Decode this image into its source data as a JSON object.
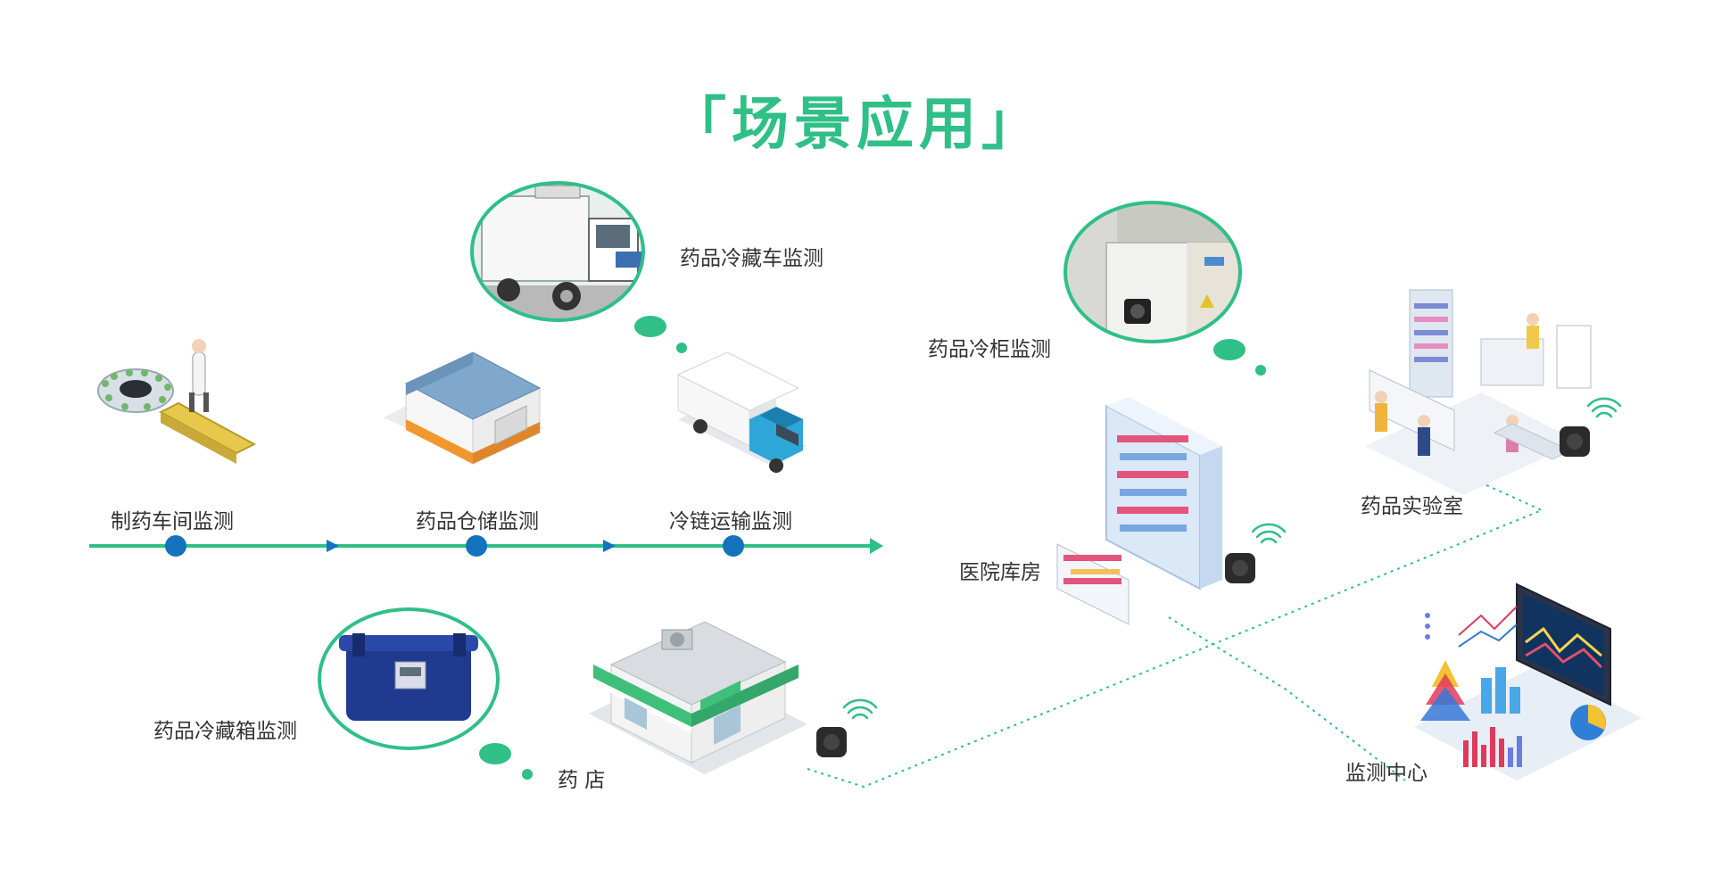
{
  "title": "「场景应用」",
  "colors": {
    "accent_green": "#2fbf87",
    "timeline_blue": "#1572bd",
    "sensor_dark": "#2b2b2b",
    "cloud_fill": "#2fbf87"
  },
  "labels": {
    "workshop": "制药车间监测",
    "warehouse": "药品仓储监测",
    "cold_chain": "冷链运输监测",
    "refrigerated_truck": "药品冷藏车监测",
    "cold_cabinet": "药品冷柜监测",
    "hospital_storage": "医院库房",
    "lab": "药品实验室",
    "cold_box": "药品冷藏箱监测",
    "pharmacy": "药 店",
    "monitoring_center": "监测中心"
  },
  "icons": {
    "workshop": "pharma-workshop-icon",
    "warehouse": "warehouse-icon",
    "truck": "truck-icon",
    "pharmacy": "pharmacy-store-icon",
    "shelf": "hospital-shelf-icon",
    "lab": "laboratory-icon",
    "monitor": "monitoring-dashboard-icon",
    "sensor": "sensor-device-icon",
    "wifi": "wifi-signal-icon"
  }
}
